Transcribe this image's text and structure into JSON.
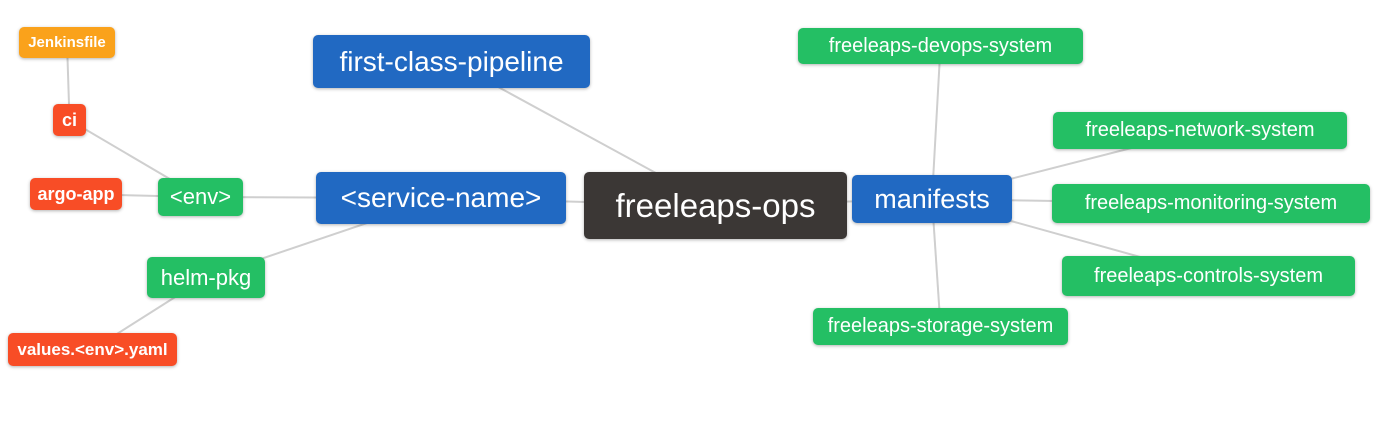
{
  "diagram": {
    "type": "mindmap",
    "root": "freeleaps-ops",
    "background": "#FFFFFF",
    "edge_color": "#CFCFCF",
    "text_color": "#FFFFFF",
    "palette": {
      "orange": "#FAA21B",
      "red": "#F84D26",
      "green": "#24BF64",
      "blue": "#2169C2",
      "dark": "#3B3735"
    },
    "nodes": {
      "jenkinsfile": {
        "label": "Jenkinsfile",
        "color": "#FAA21B"
      },
      "ci": {
        "label": "ci",
        "color": "#F84D26"
      },
      "argo_app": {
        "label": "argo-app",
        "color": "#F84D26"
      },
      "env": {
        "label": "<env>",
        "color": "#24BF64"
      },
      "helm_pkg": {
        "label": "helm-pkg",
        "color": "#24BF64"
      },
      "values_env_yaml": {
        "label": "values.<env>.yaml",
        "color": "#F84D26"
      },
      "first_class_pipeline": {
        "label": "first-class-pipeline",
        "color": "#2169C2"
      },
      "service_name": {
        "label": "<service-name>",
        "color": "#2169C2"
      },
      "freeleaps_ops": {
        "label": "freeleaps-ops",
        "color": "#3B3735"
      },
      "manifests": {
        "label": "manifests",
        "color": "#2169C2"
      },
      "devops_system": {
        "label": "freeleaps-devops-system",
        "color": "#24BF64"
      },
      "network_system": {
        "label": "freeleaps-network-system",
        "color": "#24BF64"
      },
      "monitoring_system": {
        "label": "freeleaps-monitoring-system",
        "color": "#24BF64"
      },
      "controls_system": {
        "label": "freeleaps-controls-system",
        "color": "#24BF64"
      },
      "storage_system": {
        "label": "freeleaps-storage-system",
        "color": "#24BF64"
      }
    },
    "edges": [
      [
        "jenkinsfile",
        "ci"
      ],
      [
        "ci",
        "env"
      ],
      [
        "argo_app",
        "env"
      ],
      [
        "env",
        "service_name"
      ],
      [
        "helm_pkg",
        "service_name"
      ],
      [
        "values_env_yaml",
        "helm_pkg"
      ],
      [
        "first_class_pipeline",
        "freeleaps_ops"
      ],
      [
        "service_name",
        "freeleaps_ops"
      ],
      [
        "freeleaps_ops",
        "manifests"
      ],
      [
        "manifests",
        "devops_system"
      ],
      [
        "manifests",
        "network_system"
      ],
      [
        "manifests",
        "monitoring_system"
      ],
      [
        "manifests",
        "controls_system"
      ],
      [
        "manifests",
        "storage_system"
      ]
    ]
  }
}
